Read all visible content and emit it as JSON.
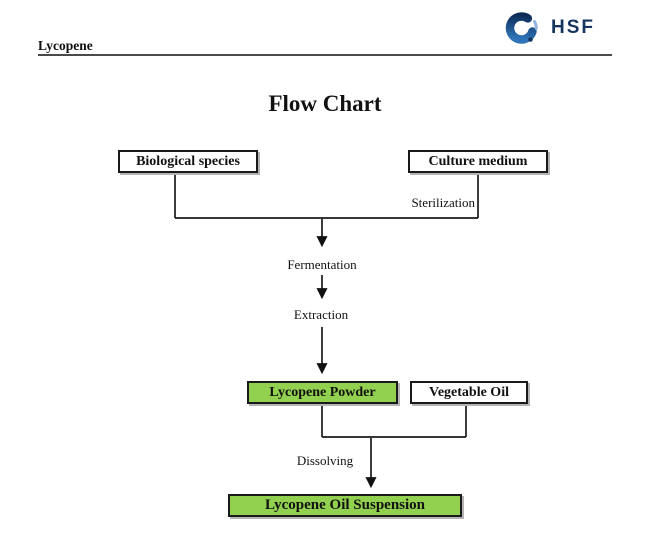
{
  "page": {
    "header_title": "Lycopene"
  },
  "logo": {
    "text": "HSF",
    "navy": "#16355e",
    "blue_light": "#8fb4dc",
    "gradient_top": "#0d2b57",
    "gradient_bottom": "#2f74b8"
  },
  "flowchart": {
    "title": "Flow Chart",
    "nodes": [
      {
        "id": "biological-species",
        "label": "Biological species",
        "fill": "#ffffff"
      },
      {
        "id": "culture-medium",
        "label": "Culture medium",
        "fill": "#ffffff"
      },
      {
        "id": "lycopene-powder",
        "label": "Lycopene Powder",
        "fill": "#92d050"
      },
      {
        "id": "vegetable-oil",
        "label": "Vegetable Oil",
        "fill": "#ffffff"
      },
      {
        "id": "lycopene-oil-suspension",
        "label": "Lycopene Oil Suspension",
        "fill": "#92d050"
      }
    ],
    "steps": {
      "sterilization": "Sterilization",
      "fermentation": "Fermentation",
      "extraction": "Extraction",
      "dissolving": "Dissolving"
    },
    "colors": {
      "node_green": "#92d050",
      "line": "#1a1a1a"
    }
  }
}
